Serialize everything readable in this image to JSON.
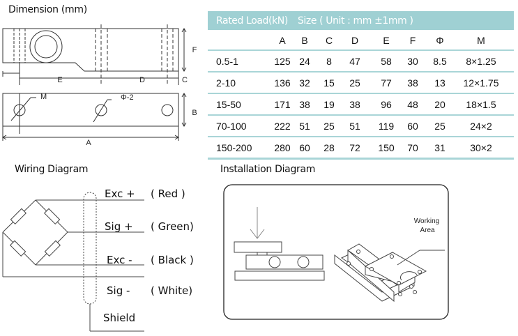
{
  "dimension": {
    "title": "Dimension (mm)",
    "labels": {
      "A": "A",
      "B": "B",
      "C": "C",
      "D": "D",
      "E": "E",
      "F": "F",
      "M": "M",
      "phi": "Φ-2"
    }
  },
  "table": {
    "header_load": "Rated Load(kN)",
    "header_size": "Size ( Unit : mm ±1mm )",
    "header_color": "#9fd0d3",
    "line_color": "#a9d5d7",
    "columns": [
      "",
      "A",
      "B",
      "C",
      "D",
      "E",
      "F",
      "Φ",
      "M"
    ],
    "rows": [
      [
        "0.5-1",
        "125",
        "24",
        "8",
        "47",
        "58",
        "30",
        "8.5",
        "8×1.25"
      ],
      [
        "2-10",
        "136",
        "32",
        "15",
        "25",
        "77",
        "38",
        "13",
        "12×1.75"
      ],
      [
        "15-50",
        "171",
        "38",
        "19",
        "38",
        "96",
        "48",
        "20",
        "18×1.5"
      ],
      [
        "70-100",
        "222",
        "51",
        "25",
        "51",
        "119",
        "60",
        "25",
        "24×2"
      ],
      [
        "150-200",
        "280",
        "60",
        "28",
        "72",
        "150",
        "70",
        "31",
        "30×2"
      ]
    ]
  },
  "wiring": {
    "title": "Wiring Diagram",
    "wires": [
      {
        "signal": "Exc +",
        "color": "( Red )"
      },
      {
        "signal": "Sig +",
        "color": "( Green)"
      },
      {
        "signal": "Exc -",
        "color": "( Black )"
      },
      {
        "signal": "Sig -",
        "color": "( White)"
      }
    ],
    "shield": "Shield"
  },
  "installation": {
    "title": "Installation Diagram",
    "working_area_line1": "Working",
    "working_area_line2": "Area"
  }
}
